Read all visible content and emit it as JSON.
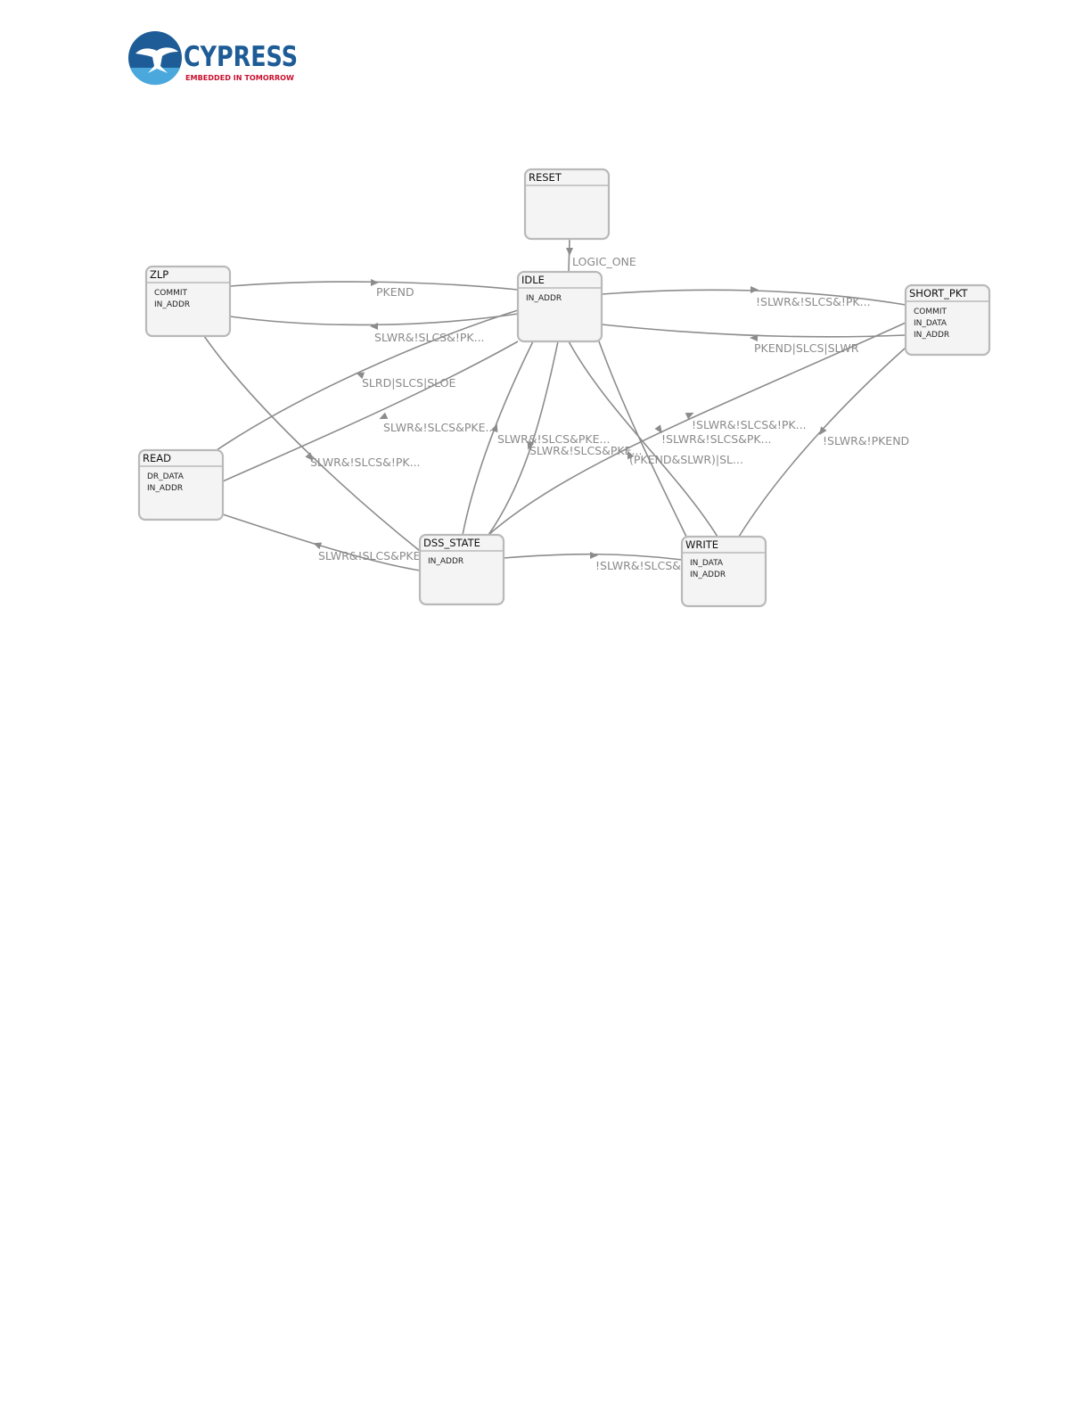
{
  "logo": {
    "name": "CYPRESS",
    "tagline": "EMBEDDED IN TOMORROW",
    "brand_color": "#1d5c96",
    "tagline_color": "#c8102e",
    "globe_light": "#4aa8dc"
  },
  "states": [
    {
      "id": "RESET",
      "name": "RESET",
      "outputs": []
    },
    {
      "id": "IDLE",
      "name": "IDLE",
      "outputs": [
        "IN_ADDR"
      ]
    },
    {
      "id": "ZLP",
      "name": "ZLP",
      "outputs": [
        "COMMIT",
        "IN_ADDR"
      ]
    },
    {
      "id": "SHORT_PKT",
      "name": "SHORT_PKT",
      "outputs": [
        "COMMIT",
        "IN_DATA",
        "IN_ADDR"
      ]
    },
    {
      "id": "READ",
      "name": "READ",
      "outputs": [
        "DR_DATA",
        "IN_ADDR"
      ]
    },
    {
      "id": "DSS_STATE",
      "name": "DSS_STATE",
      "outputs": [
        "IN_ADDR"
      ]
    },
    {
      "id": "WRITE",
      "name": "WRITE",
      "outputs": [
        "IN_DATA",
        "IN_ADDR"
      ]
    }
  ],
  "transitions": [
    {
      "from": "RESET",
      "to": "IDLE",
      "label": "LOGIC_ONE"
    },
    {
      "from": "ZLP",
      "to": "IDLE",
      "label": "PKEND"
    },
    {
      "from": "IDLE",
      "to": "ZLP",
      "label": "SLWR&!SLCS&!PK..."
    },
    {
      "from": "IDLE",
      "to": "SHORT_PKT",
      "label": "!SLWR&!SLCS&!PK..."
    },
    {
      "from": "SHORT_PKT",
      "to": "IDLE",
      "label": "PKEND|SLCS|SLWR"
    },
    {
      "from": "READ",
      "to": "IDLE",
      "label": "SLRD|SLCS|SLOE"
    },
    {
      "from": "IDLE",
      "to": "READ",
      "label": "SLWR&!SLCS&PKE..."
    },
    {
      "from": "ZLP",
      "to": "DSS_STATE",
      "label": "SLWR&!SLCS&!PK..."
    },
    {
      "from": "DSS_STATE",
      "to": "IDLE",
      "label": "SLWR&!SLCS&PKE..."
    },
    {
      "from": "IDLE",
      "to": "DSS_STATE",
      "label": "SLWR&!SLCS&PKE..."
    },
    {
      "from": "IDLE",
      "to": "WRITE",
      "label": "!SLWR&!SLCS&PK..."
    },
    {
      "from": "DSS_STATE",
      "to": "SHORT_PKT",
      "label": "!SLWR&!SLCS&!PK..."
    },
    {
      "from": "WRITE",
      "to": "IDLE",
      "label": "(PKEND&SLWR)|SL..."
    },
    {
      "from": "SHORT_PKT",
      "to": "WRITE",
      "label": "!SLWR&!PKEND"
    },
    {
      "from": "DSS_STATE",
      "to": "READ",
      "label": "SLWR&!SLCS&PKE..."
    },
    {
      "from": "DSS_STATE",
      "to": "WRITE",
      "label": "!SLWR&!SLCS&P..."
    }
  ]
}
